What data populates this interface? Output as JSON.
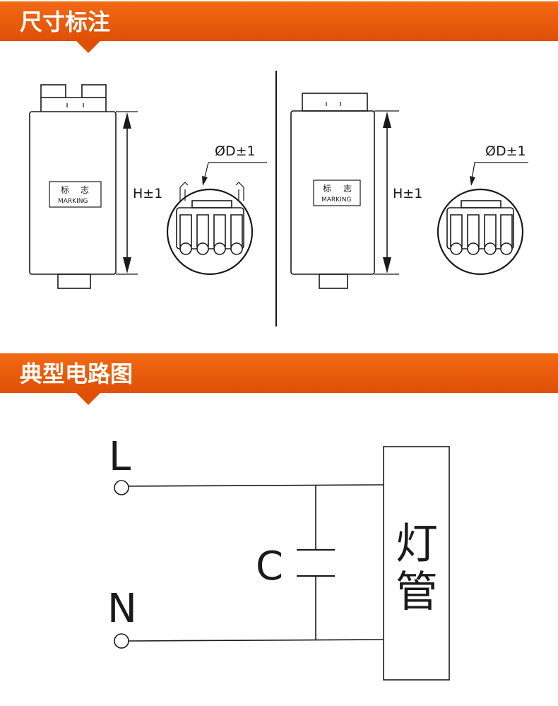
{
  "sections": {
    "dimensions": {
      "title": "尺寸标注"
    },
    "circuit": {
      "title": "典型电路图"
    }
  },
  "colors": {
    "header_top": "#f26a14",
    "header_bottom": "#e04f06",
    "line": "#1a1a1a",
    "background": "#ffffff"
  },
  "dimension_drawings": {
    "left": {
      "label_char1": "标",
      "label_char2": "志",
      "label_marking": "MARKING",
      "height_label": "H±1",
      "diameter_label": "ØD±1"
    },
    "right": {
      "label_char1": "标",
      "label_char2": "志",
      "label_marking": "MARKING",
      "height_label": "H±1",
      "diameter_label": "ØD±1"
    }
  },
  "circuit": {
    "terminal_l": "L",
    "terminal_n": "N",
    "capacitor": "C",
    "lamp_char1": "灯",
    "lamp_char2": "管"
  }
}
